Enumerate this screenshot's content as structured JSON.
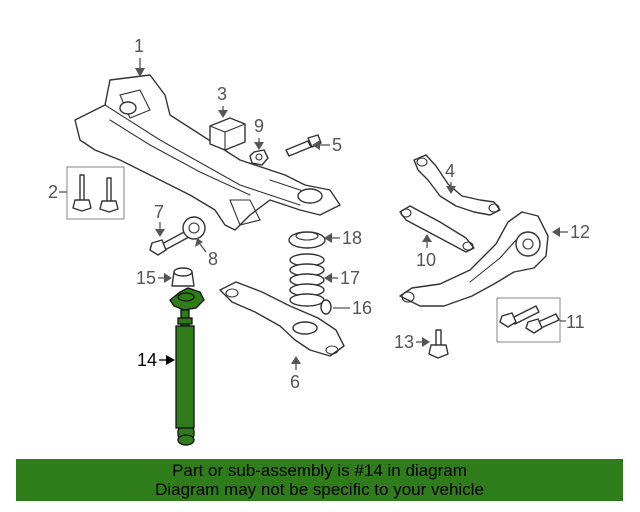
{
  "colors": {
    "highlight": "#2e7d1a",
    "footer_bg": "#2e7d1a",
    "line": "#333333",
    "label": "#555555"
  },
  "callouts": {
    "c1": "1",
    "c2": "2",
    "c3": "3",
    "c4": "4",
    "c5": "5",
    "c6": "6",
    "c7": "7",
    "c8": "8",
    "c9": "9",
    "c10": "10",
    "c11": "11",
    "c12": "12",
    "c13": "13",
    "c14": "14",
    "c15": "15",
    "c16": "16",
    "c17": "17",
    "c18": "18"
  },
  "highlighted_part": "14",
  "footer": {
    "line1": "Part or sub-assembly is #14 in diagram",
    "line2": "Diagram may not be specific to your vehicle"
  }
}
